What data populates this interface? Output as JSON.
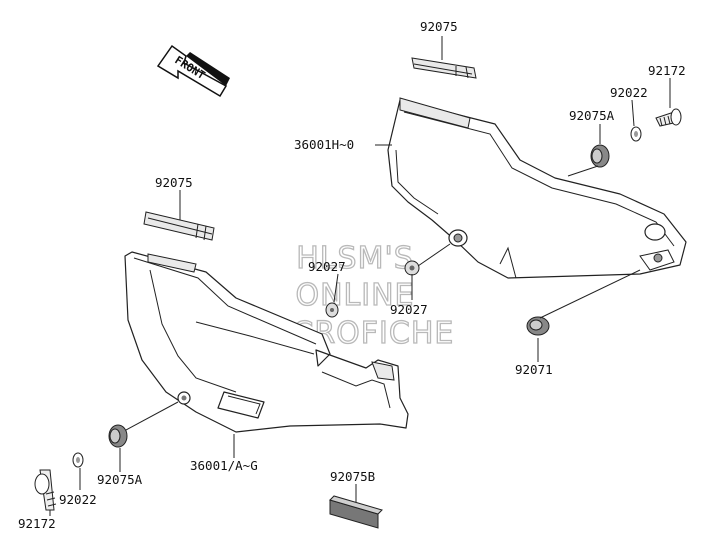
{
  "front_arrow": {
    "text": "FRONT"
  },
  "watermark": {
    "lines": [
      "HLSM'S",
      "ONLINE",
      "MICROFICHE"
    ]
  },
  "parts": {
    "p92075_top": "92075",
    "p92172_top": "92172",
    "p92022_top": "92022",
    "p92075A_top": "92075A",
    "p36001H": "36001H~0",
    "p92075_left": "92075",
    "p92027_a": "92027",
    "p92027_b": "92027",
    "p92071": "92071",
    "p92075A_bot": "92075A",
    "p36001": "36001/A~G",
    "p92022_bot": "92022",
    "p92172_bot": "92172",
    "p92075B": "92075B"
  }
}
